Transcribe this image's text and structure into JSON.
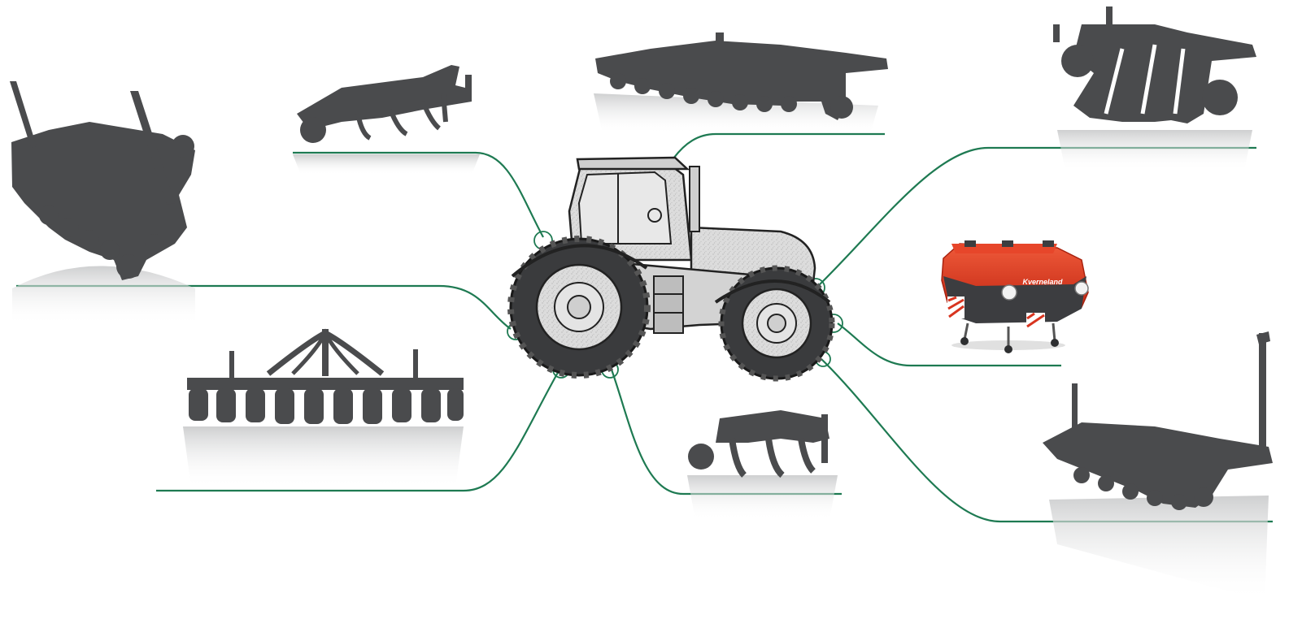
{
  "diagram": {
    "center": "tractor",
    "implements": [
      {
        "id": "seed-drill-folding",
        "icon": "folding-seed-drill-silhouette"
      },
      {
        "id": "chisel-cultivator",
        "icon": "chisel-cultivator-silhouette"
      },
      {
        "id": "disc-harrow",
        "icon": "disc-harrow-silhouette"
      },
      {
        "id": "trailed-cultivator",
        "icon": "trailed-cultivator-silhouette"
      },
      {
        "id": "front-hopper",
        "icon": "front-hopper-illustration",
        "brand_text": "Kverneland"
      },
      {
        "id": "precision-planter",
        "icon": "precision-planter-silhouette"
      },
      {
        "id": "subsoiler",
        "icon": "subsoiler-silhouette"
      },
      {
        "id": "wide-seed-drill",
        "icon": "wide-seed-drill-silhouette"
      }
    ]
  },
  "colors": {
    "connector": "#1e7a52",
    "silhouette": "#4a4b4d",
    "reflection": "#d6d7d8",
    "tractor_fill": "#d9dadb",
    "tyre": "#3a3b3d",
    "hopper_red": "#d8341f",
    "hopper_dark": "#3c3d40"
  }
}
